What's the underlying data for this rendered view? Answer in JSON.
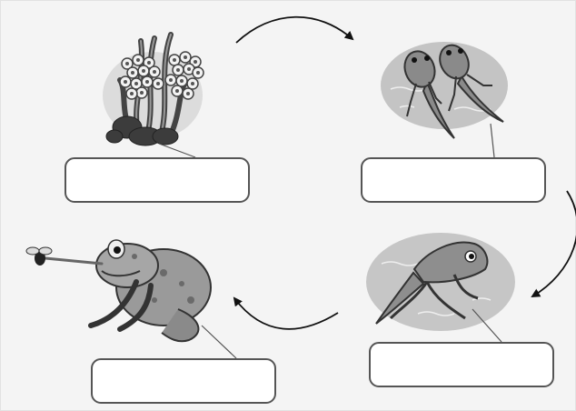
{
  "diagram": {
    "stages": [
      {
        "id": "eggs",
        "image": "frog-spawn-illustration",
        "label": ""
      },
      {
        "id": "tadpoles",
        "image": "tadpoles-illustration",
        "label": ""
      },
      {
        "id": "froglet",
        "image": "froglet-illustration",
        "label": ""
      },
      {
        "id": "adult",
        "image": "adult-frog-illustration",
        "label": ""
      }
    ],
    "arrows": [
      "cycle-arrow-top",
      "cycle-arrow-right",
      "cycle-arrow-bottom"
    ],
    "colors": {
      "background": "#f4f4f4",
      "water": "#bdbdbd",
      "outline": "#333333",
      "box_border": "#555555"
    }
  }
}
